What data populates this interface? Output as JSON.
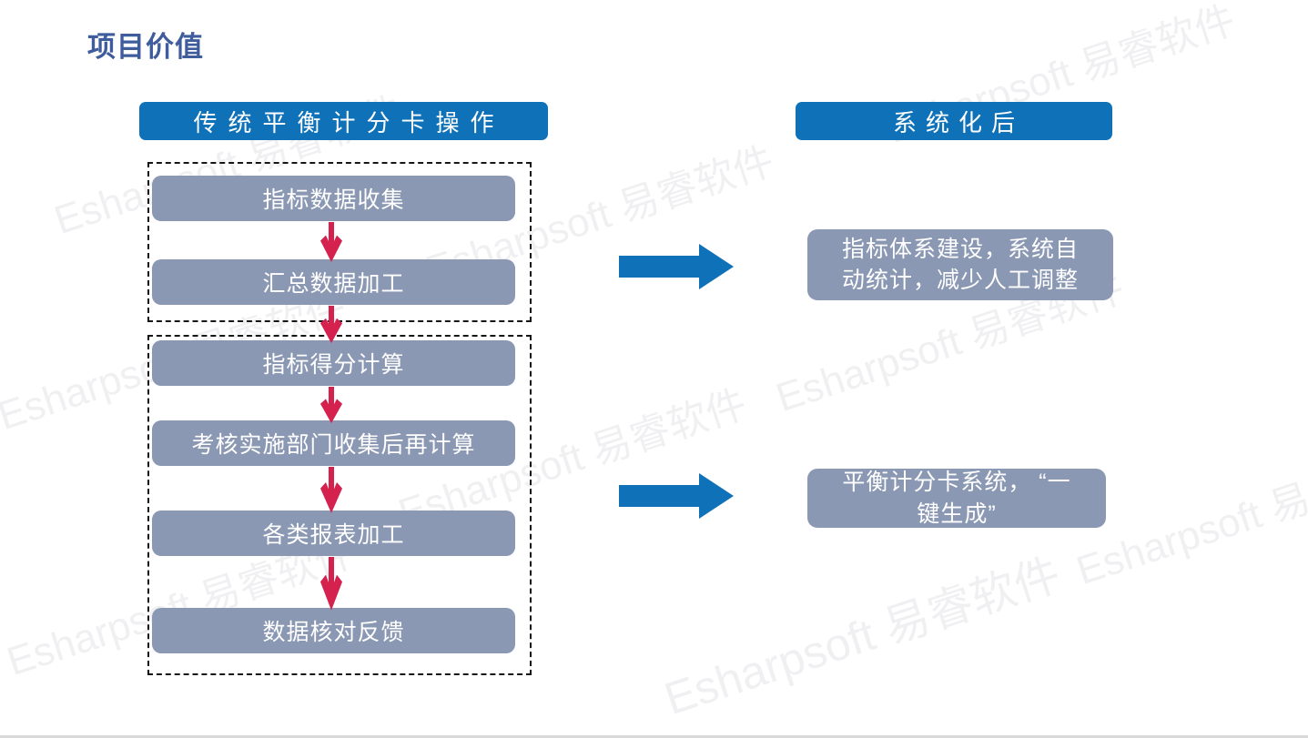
{
  "title": "项目价值",
  "left_column": {
    "header": "传统平衡计分卡操作",
    "groups": [
      {
        "steps": [
          "指标数据收集",
          "汇总数据加工"
        ]
      },
      {
        "steps": [
          "指标得分计算",
          "考核实施部门收集后再计算",
          "各类报表加工",
          "数据核对反馈"
        ]
      }
    ]
  },
  "right_column": {
    "header": "系统化后",
    "results": [
      "指标体系建设，系统自\n动统计，减少人工调整",
      "平衡计分卡系统， “一\n键生成”"
    ]
  },
  "watermark": {
    "text": "Esharpsoft 易睿软件"
  },
  "colors": {
    "accent_blue": "#0f72b9",
    "box_gray_blue": "#8b98b3",
    "arrow_red": "#d4214d",
    "title_blue": "#3f5c9c"
  }
}
